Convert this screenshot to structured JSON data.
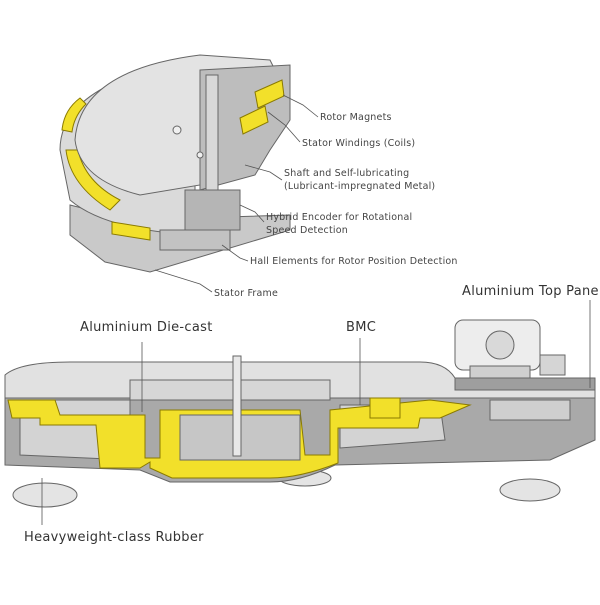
{
  "motor_labels": {
    "rotor_magnets": "Rotor Magnets",
    "stator_windings": "Stator Windings (Coils)",
    "shaft_line1": "Shaft and Self-lubricating",
    "shaft_line2": "(Lubricant-impregnated Metal)",
    "encoder_line1": "Hybrid Encoder for Rotational",
    "encoder_line2": "Speed Detection",
    "hall_elements": "Hall Elements for Rotor Position Detection",
    "stator_frame": "Stator Frame"
  },
  "chassis_labels": {
    "aluminium_top_panel": "Aluminium Top Panel",
    "aluminium_die_cast": "Aluminium Die-cast",
    "bmc": "BMC",
    "rubber": "Heavyweight-class Rubber"
  },
  "colors": {
    "highlight_yellow": "#f2e02a",
    "body_gray": "#cfcfcf",
    "line_gray": "#555555",
    "label_text": "#444444"
  }
}
